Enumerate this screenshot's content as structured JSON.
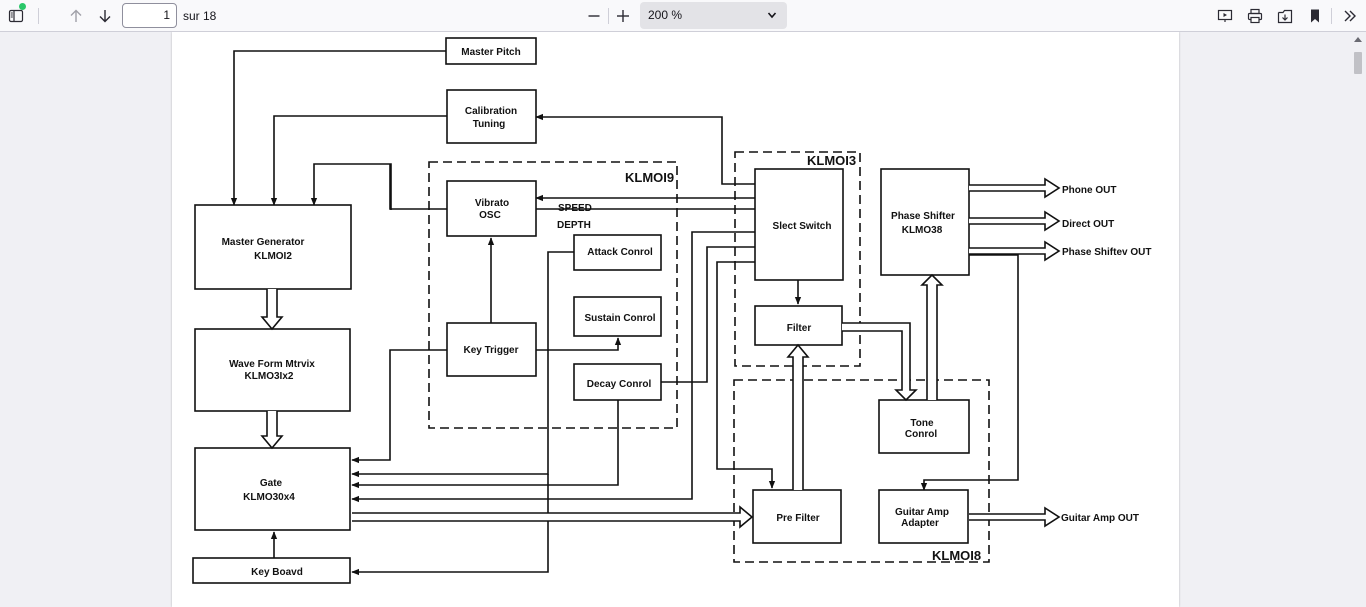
{
  "toolbar": {
    "page_number": "1",
    "page_count_label": "sur 18",
    "zoom_value": "200 %",
    "icons": [
      "sidebar-toggle-icon",
      "arrow-up-icon",
      "arrow-down-icon",
      "minus-icon",
      "plus-icon",
      "chevron-down-icon",
      "presentation-icon",
      "print-icon",
      "save-icon",
      "bookmark-icon",
      "double-chevron-icon"
    ],
    "accent": "#2ac769"
  },
  "diagram": {
    "blocks": {
      "master_pitch": "Master Pitch",
      "calibration_1": "Calibration",
      "calibration_2": "Tuning",
      "master_gen_1": "Master  Generator",
      "master_gen_2": "KLMOI2",
      "wave_form_1": "Wave Form Mtrvix",
      "wave_form_2": "KLMO3Ix2",
      "gate_1": "Gate",
      "gate_2": "KLMO30x4",
      "key_board": "Key Boavd",
      "vibrato_1": "Vibrato",
      "vibrato_2": "OSC",
      "attack": "Attack Conrol",
      "sustain": "Sustain Conrol",
      "decay": "Decay Conrol",
      "key_trigger": "Key Trigger",
      "select_switch": "Slect Switch",
      "filter": "Filter",
      "phase_shifter_1": "Phase Shifter",
      "phase_shifter_2": "KLMO38",
      "tone_1": "Tone",
      "tone_2": "Conrol",
      "pre_filter": "Pre Filter",
      "guitar_adapter_1": "Guitar Amp",
      "guitar_adapter_2": "Adapter"
    },
    "group_labels": {
      "klm019": "KLMOI9",
      "klm013": "KLMOI3",
      "klm018": "KLMOI8"
    },
    "signals": {
      "speed": "SPEED",
      "depth": "DEPTH"
    },
    "outputs": {
      "phone": "Phone OUT",
      "direct": "Direct OUT",
      "phase": "Phase Shiftev OUT",
      "guitar": "Guitar Amp OUT"
    }
  }
}
